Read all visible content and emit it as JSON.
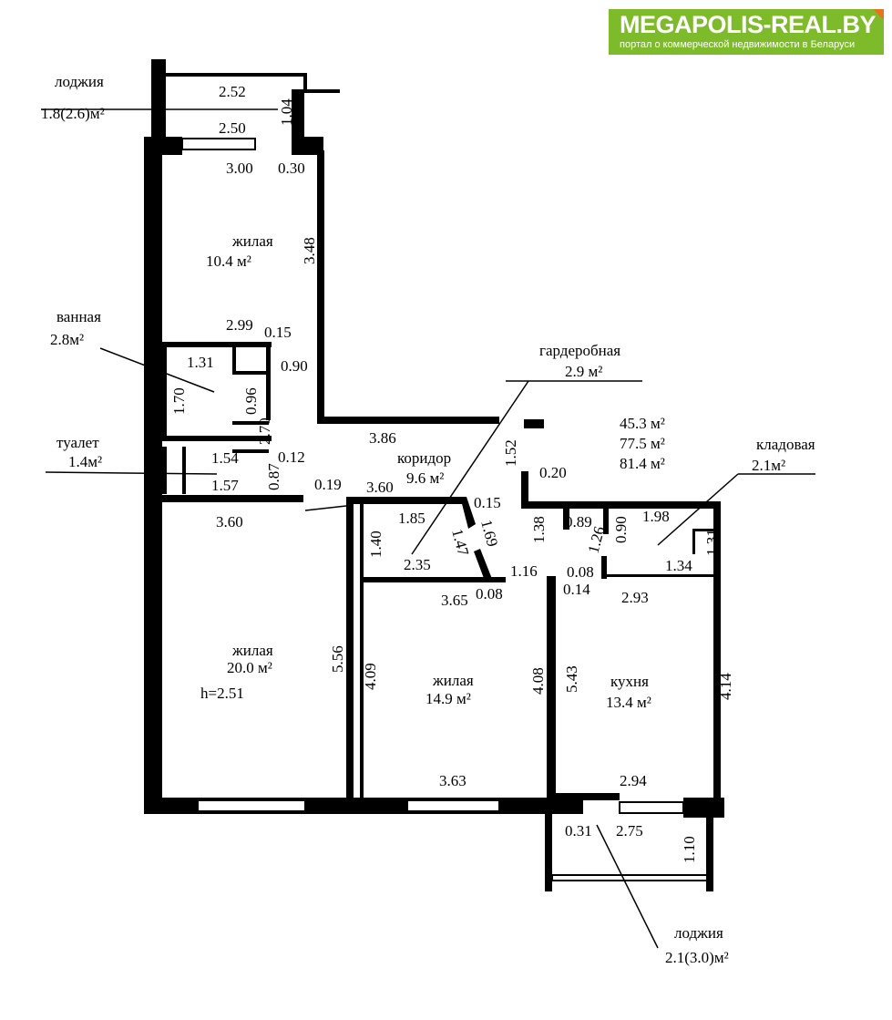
{
  "logo": {
    "title": "MEGAPOLIS-REAL.BY",
    "subtitle": "портал о коммерческой недвижимости в Беларуси",
    "brand_color": "#7dbb2a"
  },
  "rooms": {
    "loggia_top": {
      "name": "лоджия",
      "area": "1.8(2.6)м²"
    },
    "living1": {
      "name": "жилая",
      "area": "10.4 м²"
    },
    "bath": {
      "name": "ванная",
      "area": "2.8м²"
    },
    "toilet": {
      "name": "туалет",
      "area": "1.4м²"
    },
    "wardrobe": {
      "name": "гардеробная",
      "area": "2.9 м²"
    },
    "corridor": {
      "name": "коридор",
      "area": "9.6 м²"
    },
    "storage": {
      "name": "кладовая",
      "area": "2.1м²"
    },
    "living2": {
      "name": "жилая",
      "area": "20.0 м²",
      "height": "h=2.51"
    },
    "living3": {
      "name": "жилая",
      "area": "14.9 м²"
    },
    "kitchen": {
      "name": "кухня",
      "area": "13.4 м²"
    },
    "loggia_bottom": {
      "name": "лоджия",
      "area": "2.1(3.0)м²"
    }
  },
  "totals": [
    "45.3 м²",
    "77.5 м²",
    "81.4 м²"
  ],
  "dims": {
    "d252": "2.52",
    "d104": "1.04",
    "d250": "2.50",
    "d300": "3.00",
    "d030": "0.30",
    "d348": "3.48",
    "d299": "2.99",
    "d015a": "0.15",
    "d090a": "0.90",
    "d131a": "1.31",
    "d170": "1.70",
    "d096": "0.96",
    "d270": "2.70",
    "d154": "1.54",
    "d012": "0.12",
    "d087": "0.87",
    "d157": "1.57",
    "d386": "3.86",
    "d152": "1.52",
    "d020": "0.20",
    "d019": "0.19",
    "d360a": "3.60",
    "d360b": "3.60",
    "d185": "1.85",
    "d015b": "0.15",
    "d169": "1.69",
    "d147": "1.47",
    "d140": "1.40",
    "d235": "2.35",
    "d138": "1.38",
    "d116": "1.16",
    "d089": "0.89",
    "d126": "1.26",
    "d090b": "0.90",
    "d198": "1.98",
    "d131b": "1.31",
    "d008a": "0.08",
    "d134": "1.34",
    "d365": "3.65",
    "d008b": "0.08",
    "d014": "0.14",
    "d293": "2.93",
    "d556": "5.56",
    "d409": "4.09",
    "d408": "4.08",
    "d543": "5.43",
    "d414": "4.14",
    "d363": "3.63",
    "d294": "2.94",
    "d031": "0.31",
    "d275": "2.75",
    "d110": "1.10"
  }
}
